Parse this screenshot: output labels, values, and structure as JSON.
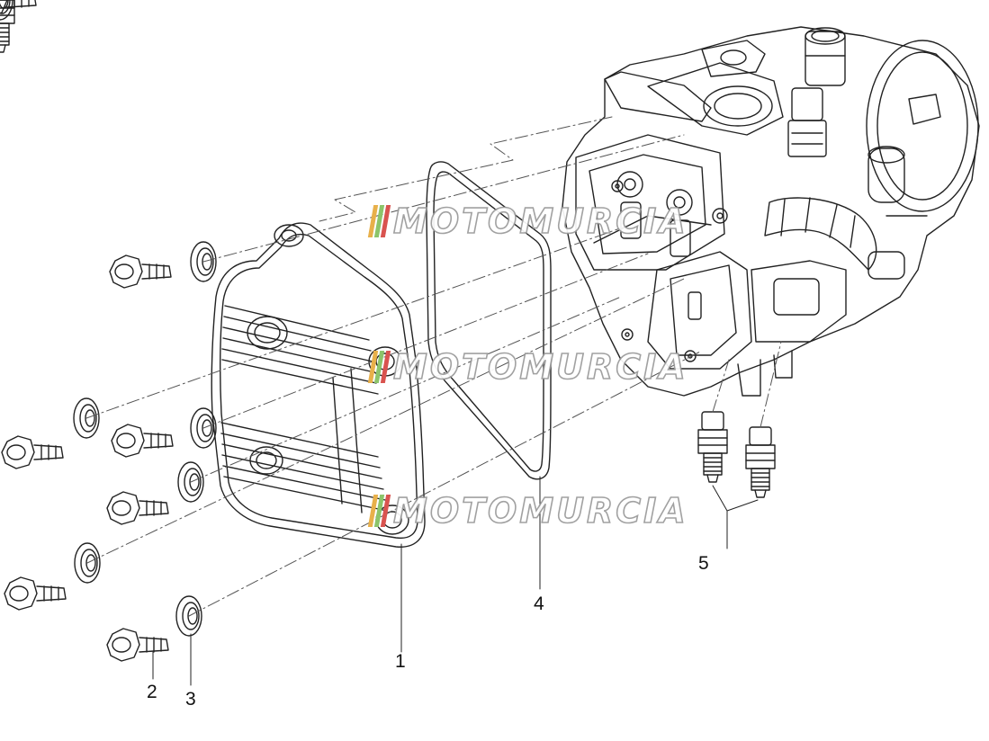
{
  "diagram": {
    "callouts": [
      {
        "id": "1",
        "label": "1"
      },
      {
        "id": "2",
        "label": "2"
      },
      {
        "id": "3",
        "label": "3"
      },
      {
        "id": "4",
        "label": "4"
      },
      {
        "id": "5",
        "label": "5"
      }
    ],
    "parts": {
      "valve_cover": "valve-cover",
      "gasket": "valve-cover-gasket",
      "cylinder_head": "cylinder-head-assembly",
      "bolts": "flange-bolt",
      "washers": "sealing-washer",
      "sensors": "temperature-sensor"
    }
  },
  "watermark": {
    "text": "MOTOMURCIA",
    "flag_colors": [
      "#e8b04a",
      "#8cc46a",
      "#d9534f"
    ]
  },
  "colors": {
    "line": "#222222",
    "background": "#ffffff"
  }
}
